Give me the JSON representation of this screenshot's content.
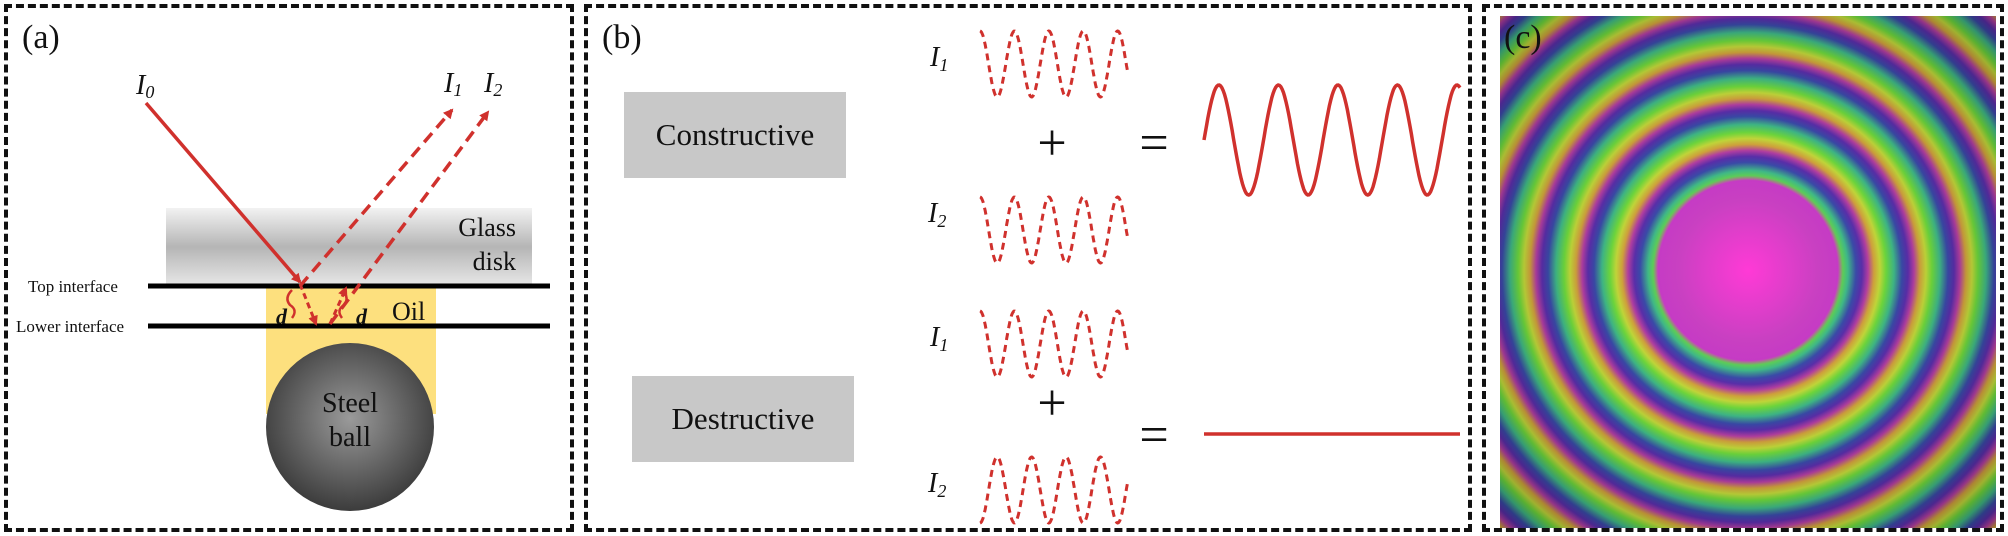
{
  "panel_a": {
    "label": "(a)",
    "incident_ray": "I",
    "incident_sub": "0",
    "reflected_1": "I",
    "reflected_1_sub": "1",
    "reflected_2": "I",
    "reflected_2_sub": "2",
    "glass_line1": "Glass",
    "glass_line2": "disk",
    "top_interface": "Top interface",
    "lower_interface": "Lower interface",
    "oil": "Oil",
    "gap_left": "d",
    "gap_right": "d",
    "ball_line1": "Steel",
    "ball_line2": "ball"
  },
  "panel_b": {
    "label": "(b)",
    "constructive": "Constructive",
    "destructive": "Destructive",
    "wave_I": "I",
    "sub_1": "1",
    "sub_2": "2",
    "plus": "+",
    "equals": "="
  },
  "panel_c": {
    "label": "(c)"
  },
  "colors": {
    "ray": "#d0312d",
    "wave": "#d0312d",
    "oil": "#fde07e",
    "box": "#c8c8c8",
    "ball_center": "#9a9a9a",
    "ball_edge": "#3c3c3c"
  }
}
